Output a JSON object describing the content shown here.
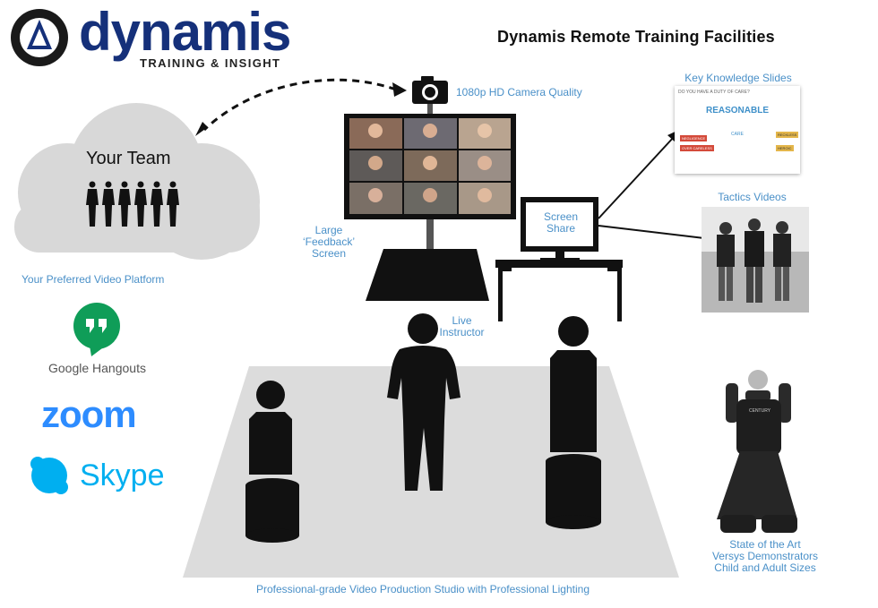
{
  "title": "Dynamis Remote Training Facilities",
  "brand": {
    "word": "dynamis",
    "tagline": "TRAINING & INSIGHT"
  },
  "cloud": {
    "label": "Your Team"
  },
  "camera": {
    "label": "1080p HD Camera Quality"
  },
  "feedback_screen": {
    "label_lines": [
      "Large",
      "‘Feedback’",
      "Screen"
    ]
  },
  "screen_share": {
    "label_lines": [
      "Screen",
      "Share"
    ]
  },
  "instructor": {
    "label_lines": [
      "Live",
      "Instructor"
    ]
  },
  "key_slides": {
    "label": "Key Knowledge Slides",
    "question": "DO YOU HAVE A DUTY OF CARE?",
    "heading": "REASONABLE",
    "center": "CARE",
    "left_tags": [
      "NEGLIGENCE",
      "OVER CARELESS"
    ],
    "right_tags": [
      "RECKLESS",
      "HEROIC"
    ]
  },
  "tactics": {
    "label": "Tactics Videos"
  },
  "platforms": {
    "label": "Your Preferred Video Platform",
    "hangouts": "Google Hangouts",
    "zoom": "zoom",
    "skype": "Skype"
  },
  "versys": {
    "label_lines": [
      "State of the Art",
      "Versys Demonstrators",
      "Child and Adult Sizes"
    ],
    "chest": "CENTURY"
  },
  "studio": {
    "label": "Professional-grade Video Production Studio with Professional Lighting"
  },
  "colors": {
    "label_blue": "#4a90c8",
    "brand_navy": "#15307a",
    "floor": "#dcdcdc",
    "zoom_blue": "#2d8cff",
    "skype_blue": "#00aff0",
    "hangouts_green": "#0f9d58",
    "arrow_blue": "#3f90c9"
  }
}
